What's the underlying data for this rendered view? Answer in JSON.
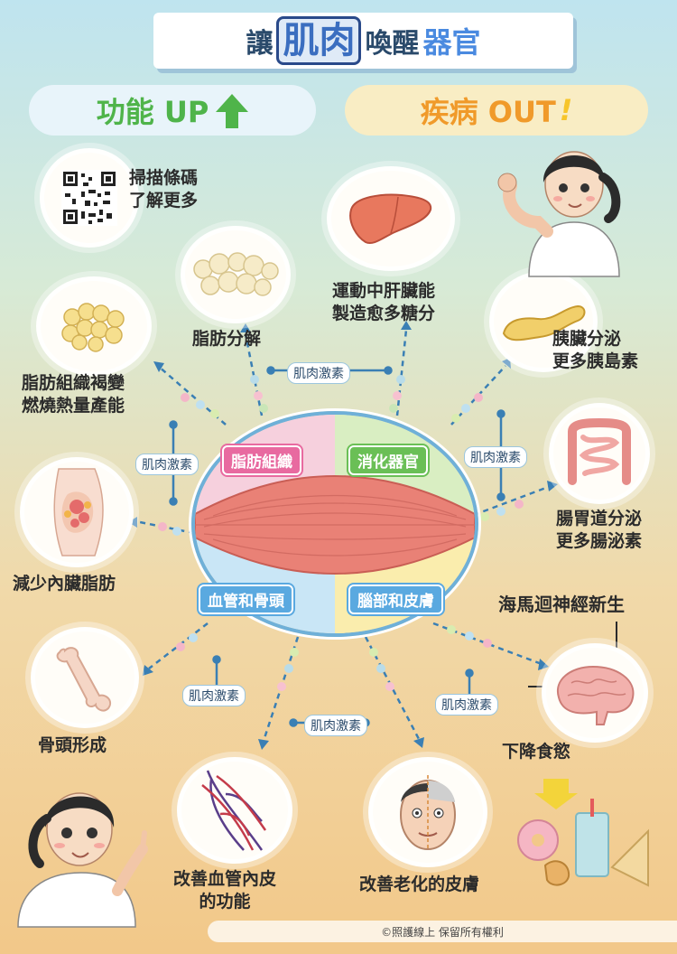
{
  "title": {
    "prefix": "讓",
    "highlight": "肌肉",
    "middle": "喚醒",
    "suffix": "器官"
  },
  "banners": {
    "function": "功能 UP",
    "disease": "疾病 OUT",
    "disease_mark": "!"
  },
  "qr": {
    "line1": "掃描條碼",
    "line2": "了解更多"
  },
  "center_tags": {
    "fat": "脂肪組織",
    "digestive": "消化器官",
    "vessel_bone": "血管和骨頭",
    "brain_skin": "腦部和皮膚"
  },
  "hormone_label": "肌肉激素",
  "effects": {
    "fat_breakdown": "脂肪分解",
    "liver": [
      "運動中肝臟能",
      "製造愈多糖分"
    ],
    "pancreas": [
      "胰臟分泌",
      "更多胰島素"
    ],
    "brown_fat": [
      "脂肪組織褐變",
      "燃燒熱量產能"
    ],
    "intestine": [
      "腸胃道分泌",
      "更多腸泌素"
    ],
    "visceral_fat": "減少內臟脂肪",
    "hippocampus": "海馬迴神經新生",
    "appetite": "下降食慾",
    "bone": "骨頭形成",
    "vessel": [
      "改善血管內皮",
      "的功能"
    ],
    "skin": "改善老化的皮膚"
  },
  "copyright": "©照護線上 保留所有權利",
  "colors": {
    "title_blue": "#3b6ec0",
    "function_green": "#4fb44a",
    "disease_orange": "#f09a2a",
    "fat_pink": "#e86aa0",
    "digestive_green": "#6abf56",
    "vessel_blue": "#5aa9e0",
    "arrow_blue": "#3a7fb4"
  }
}
